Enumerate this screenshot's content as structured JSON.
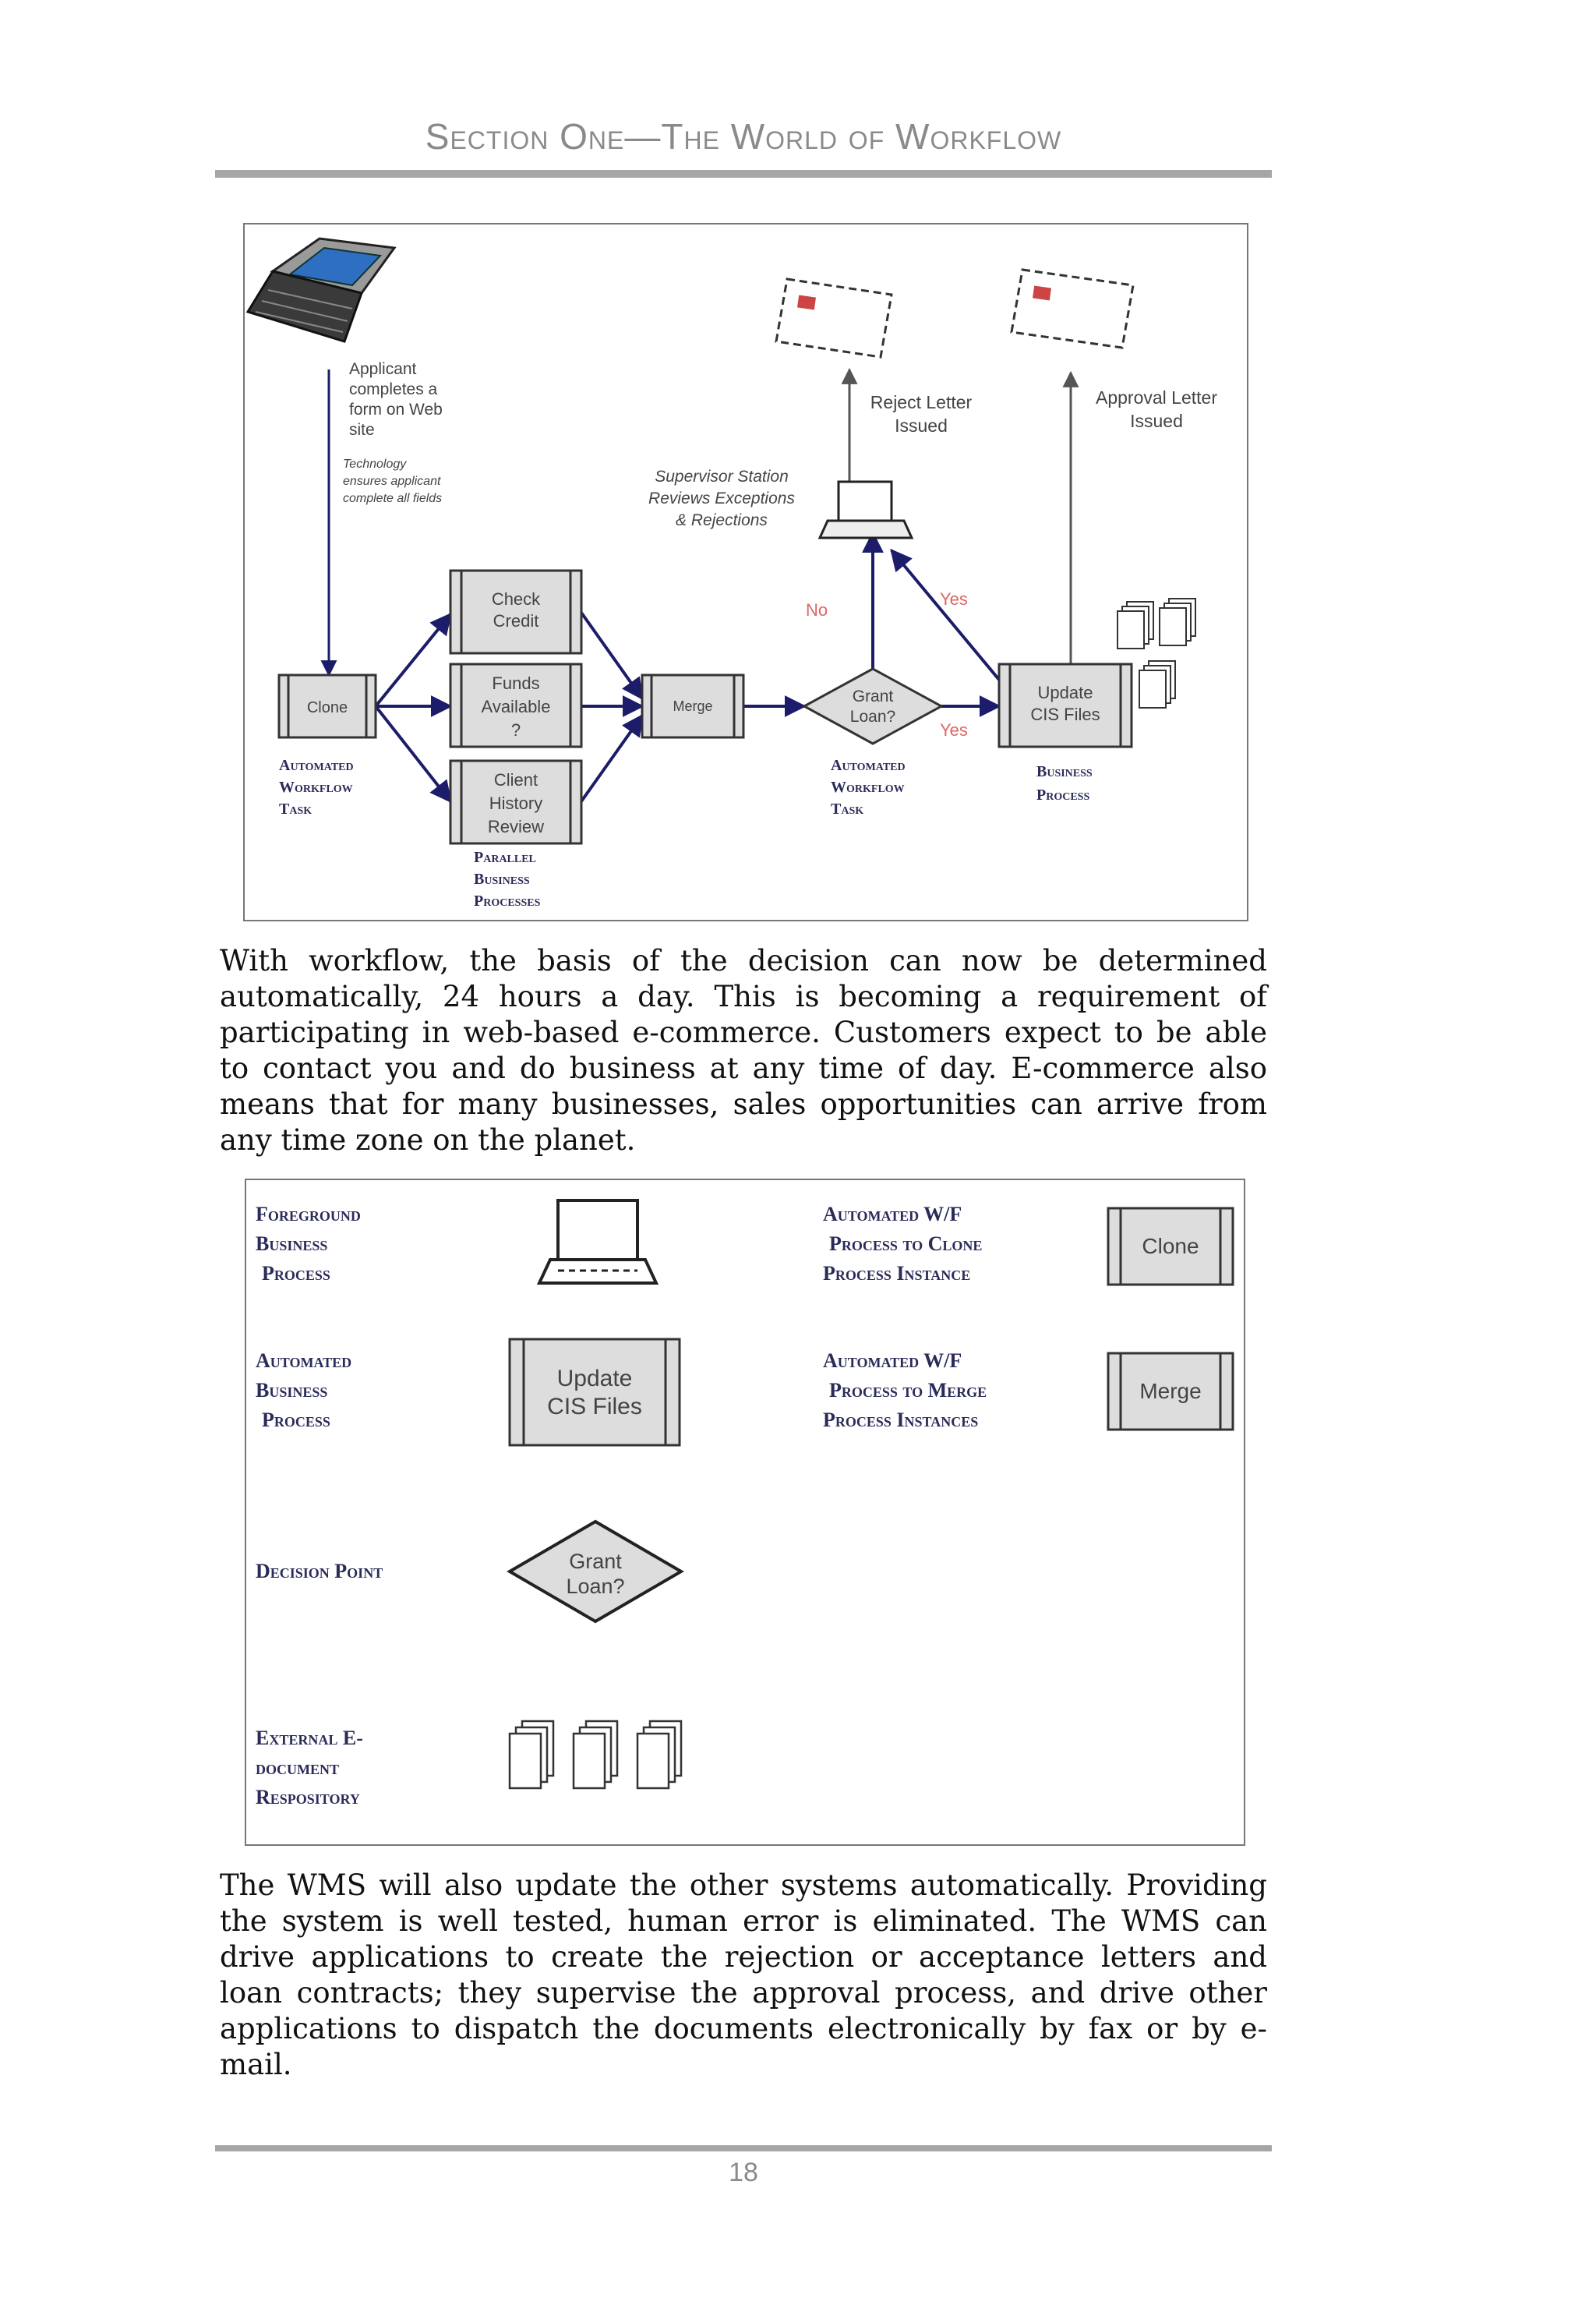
{
  "header": {
    "title": "Section One—The World of Workflow"
  },
  "figure1": {
    "applicant_lines": [
      "Applicant",
      "completes a",
      "form on Web",
      "site"
    ],
    "technology_lines": [
      "Technology",
      "ensures applicant",
      "complete all fields"
    ],
    "supervisor_lines": [
      "Supervisor Station",
      "Reviews Exceptions",
      "& Rejections"
    ],
    "reject_lines": [
      "Reject Letter",
      "Issued"
    ],
    "approval_lines": [
      "Approval Letter",
      "Issued"
    ],
    "clone": "Clone",
    "check_credit": [
      "Check",
      "Credit"
    ],
    "funds_available": [
      "Funds",
      "Available",
      "?"
    ],
    "client_history": [
      "Client",
      "History",
      "Review"
    ],
    "merge": "Merge",
    "grant_loan": [
      "Grant",
      "Loan?"
    ],
    "update_cis": [
      "Update",
      "CIS Files"
    ],
    "no_label": "No",
    "yes_label_top": "Yes",
    "yes_label_bottom": "Yes",
    "automated_task_left": [
      "Automated",
      "Workflow",
      "Task"
    ],
    "automated_task_right": [
      "Automated",
      "Workflow",
      "Task"
    ],
    "parallel_processes": [
      "Parallel",
      "Business",
      "Processes"
    ],
    "business_process": [
      "Business",
      "Process"
    ]
  },
  "paragraph1": [
    "With workflow, the basis of the decision can now be determined",
    "automatically, 24 hours a day. This is becoming a requirement of",
    "participating in web-based e-commerce. Customers expect to be able",
    "to contact you and do business at any time of day. E-commerce also",
    "means that for many businesses, sales opportunities can arrive from",
    "any time zone on the planet."
  ],
  "figure2": {
    "foreground": [
      "Foreground",
      "Business",
      "Process"
    ],
    "automated_business": [
      "Automated",
      "Business",
      "Process"
    ],
    "decision_point": "Decision Point",
    "external_repo": [
      "External E-",
      "document",
      "Respository"
    ],
    "update_cis": [
      "Update",
      "CIS Files"
    ],
    "grant_loan": [
      "Grant",
      "Loan?"
    ],
    "clone_desc": [
      "Automated W/F",
      "Process to Clone",
      "Process Instance"
    ],
    "merge_desc": [
      "Automated W/F",
      "Process to Merge",
      "Process Instances"
    ],
    "clone": "Clone",
    "merge": "Merge"
  },
  "paragraph2": [
    "The WMS will also update the other systems automatically. Providing",
    "the system is well tested, human error is eliminated. The WMS can",
    "drive applications to create the rejection or acceptance letters and",
    "loan contracts; they supervise the approval process, and drive other",
    "applications to dispatch the documents electronically by fax or by e-",
    "mail."
  ],
  "footer": {
    "page_number": "18"
  }
}
